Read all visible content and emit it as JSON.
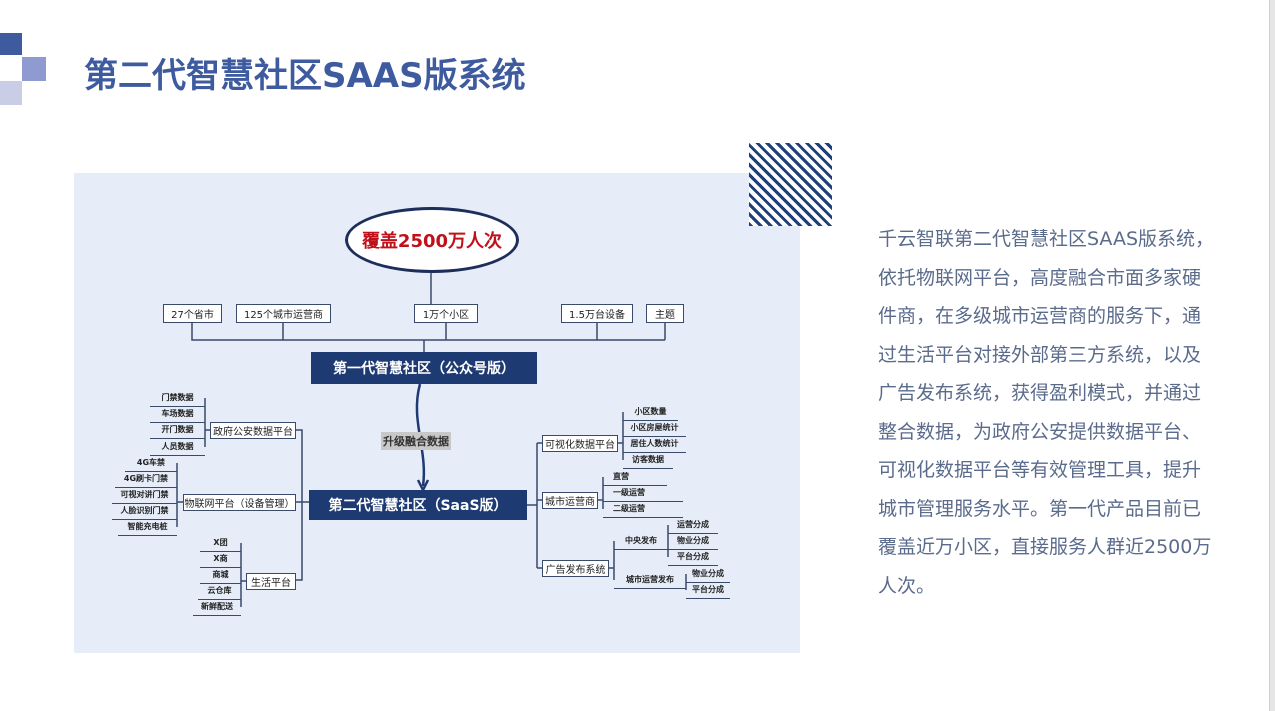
{
  "slide": {
    "title": "第二代智慧社区SAAS版系统",
    "description": "千云智联第二代智慧社区SAAS版系统，依托物联网平台，高度融合市面多家硬件商，在多级城市运营商的服务下，通过生活平台对接外部第三方系统，以及广告发布系统，获得盈利模式，并通过整合数据，为政府公安提供数据平台、可视化数据平台等有效管理工具，提升城市管理服务水平。第一代产品目前已覆盖近万小区，直接服务人群近2500万人次。"
  },
  "diagram": {
    "root": "覆盖2500万人次",
    "stats": [
      "27个省市",
      "125个城市运营商",
      "1万个小区",
      "1.5万台设备",
      "主题"
    ],
    "gen1": "第一代智慧社区（公众号版）",
    "upgrade": "升级融合数据",
    "gen2": "第二代智慧社区（SaaS版）",
    "left": [
      {
        "label": "政府公安数据平台",
        "leaves": [
          "门禁数据",
          "车场数据",
          "开门数据",
          "人员数据"
        ]
      },
      {
        "label": "物联网平台（设备管理）",
        "leaves": [
          "4G车禁",
          "4G刷卡门禁",
          "可视对讲门禁",
          "人脸识别门禁",
          "智能充电桩"
        ]
      },
      {
        "label": "生活平台",
        "leaves": [
          "X团",
          "X商",
          "商城",
          "云仓库",
          "新鲜配送"
        ]
      }
    ],
    "right": [
      {
        "label": "可视化数据平台",
        "leaves": [
          "小区数量",
          "小区房屋统计",
          "居住人数统计",
          "访客数据"
        ]
      },
      {
        "label": "城市运营商",
        "leaves": [
          "直营",
          "一级运营",
          "二级运营"
        ]
      },
      {
        "label": "广告发布系统",
        "subs": [
          {
            "label": "中央发布",
            "leaves": [
              "运营分成",
              "物业分成",
              "平台分成"
            ]
          },
          {
            "label": "城市运营发布",
            "leaves": [
              "物业分成",
              "平台分成"
            ]
          }
        ]
      }
    ]
  },
  "colors": {
    "title": "#3d5b9e",
    "navy": "#1e3a72",
    "root_text": "#c0111b",
    "text": "#5b6b8c"
  }
}
